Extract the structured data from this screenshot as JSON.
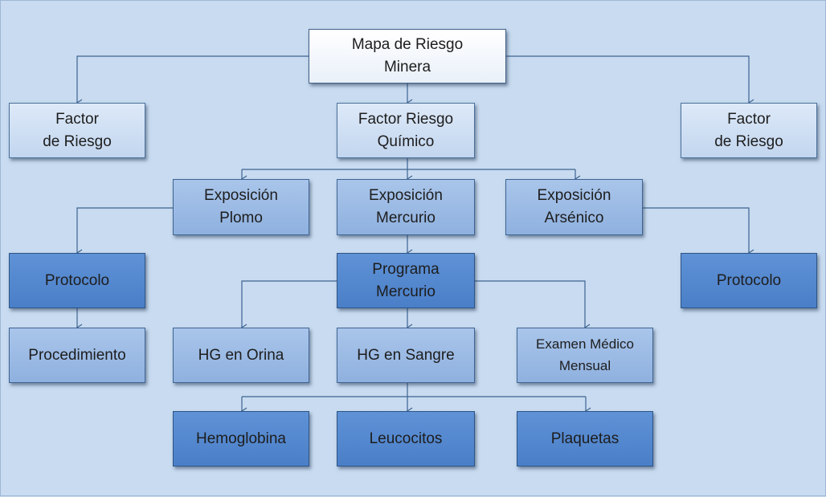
{
  "nodes": {
    "mapa": "Mapa de Riesgo\nMinera",
    "factor_izq": "Factor\nde Riesgo",
    "factor_quimico": "Factor Riesgo\nQuímico",
    "factor_der": "Factor\nde Riesgo",
    "exp_plomo": "Exposición\nPlomo",
    "exp_mercurio": "Exposición\nMercurio",
    "exp_arsenico": "Exposición\nArsénico",
    "protocolo_izq": "Protocolo",
    "programa_mercurio": "Programa\nMercurio",
    "protocolo_der": "Protocolo",
    "procedimiento": "Procedimiento",
    "hg_orina": "HG en Orina",
    "hg_sangre": "HG en Sangre",
    "examen_medico": "Examen Médico\nMensual",
    "hemoglobina": "Hemoglobina",
    "leucocitos": "Leucocitos",
    "plaquetas": "Plaquetas"
  },
  "colors": {
    "level_top": "#ffffff",
    "level_light": "#d3e2f5",
    "level_medium": "#9dbbe5",
    "level_dark": "#5587cf",
    "connector": "#3d6391",
    "background": "#c8dbf0"
  }
}
